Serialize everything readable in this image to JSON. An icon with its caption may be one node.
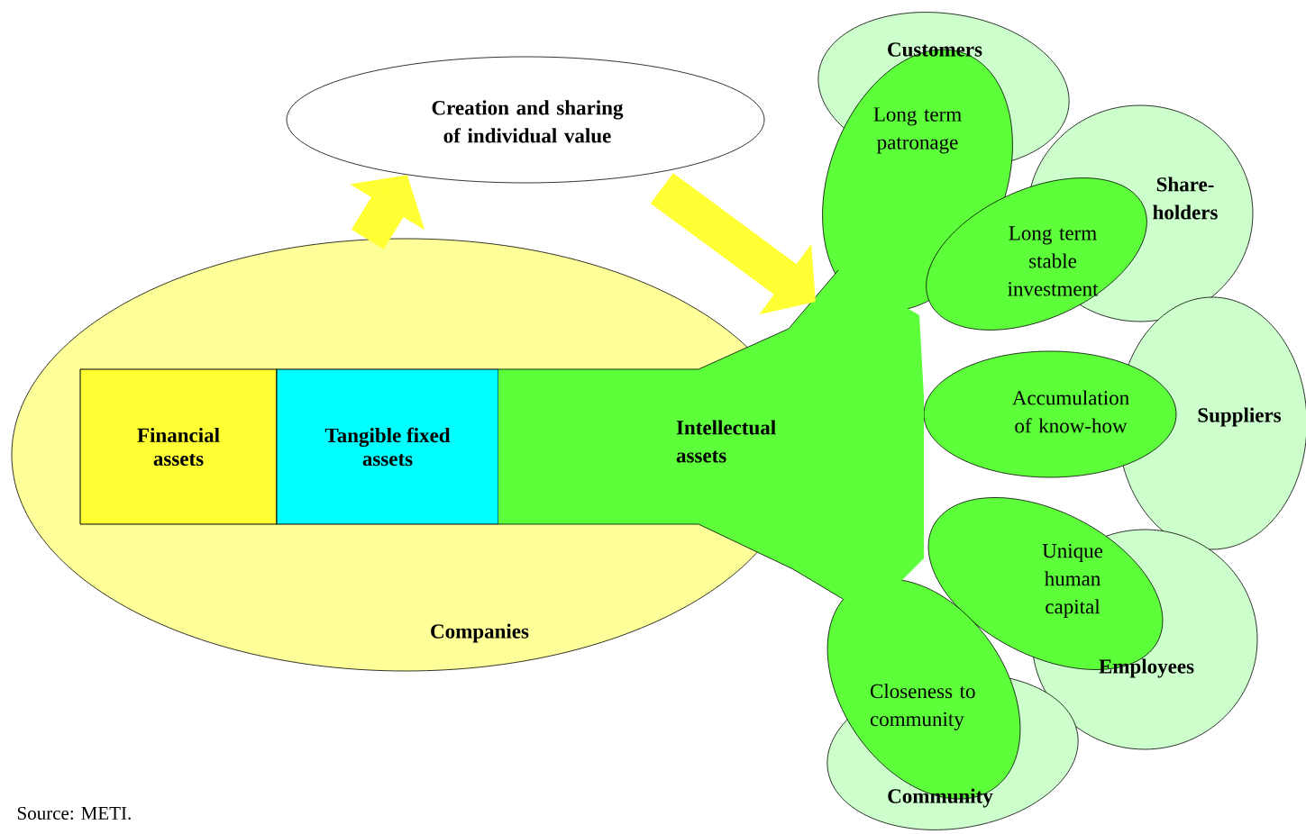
{
  "diagram": {
    "nodes": [
      {
        "text": [
          "Companies"
        ]
      },
      {
        "text": [
          "Financial assets"
        ],
        "in": 0
      },
      {
        "text": [
          "Tangible fixed assets"
        ],
        "in": 0
      },
      {
        "text": [
          "Intellectual assets"
        ]
      },
      {
        "text": [
          "Creation and sharing of individual value"
        ]
      },
      {
        "text": [
          "Customers"
        ]
      },
      {
        "text": [
          "Share-holders"
        ]
      },
      {
        "text": [
          "Suppliers"
        ]
      },
      {
        "text": [
          "Employees"
        ]
      },
      {
        "text": [
          "Community"
        ]
      },
      {
        "text": [
          "Long term patronage"
        ]
      },
      {
        "text": [
          "Long term stable investment"
        ]
      },
      {
        "text": [
          "Accumulation of know-how"
        ]
      },
      {
        "text": [
          "Unique human capital"
        ]
      },
      {
        "text": [
          "Closeness to community"
        ]
      }
    ],
    "edges": [
      {
        "from": 0,
        "to": 4,
        "arrow": "to"
      },
      {
        "from": 4,
        "to": 3,
        "arrow": "to"
      }
    ],
    "labels": [
      "Source: METI."
    ]
  }
}
